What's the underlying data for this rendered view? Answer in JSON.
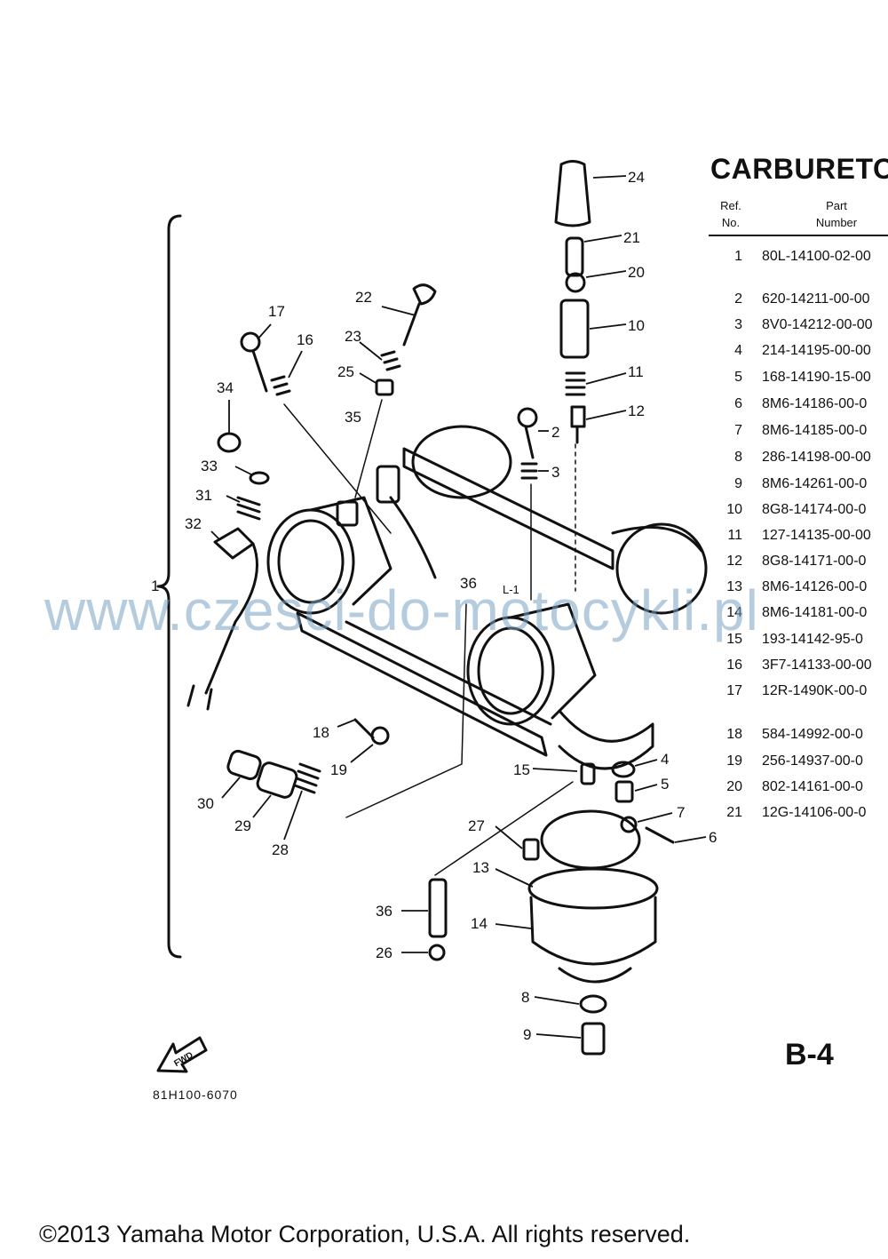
{
  "title": "CARBURETO",
  "table_headers": {
    "ref": "Ref.\nNo.",
    "part": "Part\nNumber"
  },
  "parts": [
    {
      "ref": "1",
      "number": "80L-14100-02-00"
    },
    {
      "ref": "2",
      "number": "620-14211-00-00"
    },
    {
      "ref": "3",
      "number": "8V0-14212-00-00"
    },
    {
      "ref": "4",
      "number": "214-14195-00-00"
    },
    {
      "ref": "5",
      "number": "168-14190-15-00"
    },
    {
      "ref": "6",
      "number": "8M6-14186-00-0"
    },
    {
      "ref": "7",
      "number": "8M6-14185-00-0"
    },
    {
      "ref": "8",
      "number": "286-14198-00-00"
    },
    {
      "ref": "9",
      "number": "8M6-14261-00-0"
    },
    {
      "ref": "10",
      "number": "8G8-14174-00-0"
    },
    {
      "ref": "11",
      "number": "127-14135-00-00"
    },
    {
      "ref": "12",
      "number": "8G8-14171-00-0"
    },
    {
      "ref": "13",
      "number": "8M6-14126-00-0"
    },
    {
      "ref": "14",
      "number": "8M6-14181-00-0"
    },
    {
      "ref": "15",
      "number": "193-14142-95-0"
    },
    {
      "ref": "16",
      "number": "3F7-14133-00-00"
    },
    {
      "ref": "17",
      "number": "12R-1490K-00-0"
    },
    {
      "ref": "18",
      "number": "584-14992-00-0"
    },
    {
      "ref": "19",
      "number": "256-14937-00-0"
    },
    {
      "ref": "20",
      "number": "802-14161-00-0"
    },
    {
      "ref": "21",
      "number": "12G-14106-00-0"
    }
  ],
  "callouts": [
    "24",
    "21",
    "20",
    "10",
    "11",
    "12",
    "2",
    "3",
    "22",
    "17",
    "16",
    "23",
    "25",
    "34",
    "35",
    "33",
    "31",
    "32",
    "1",
    "36",
    "L-1",
    "18",
    "19",
    "30",
    "29",
    "28",
    "15",
    "4",
    "5",
    "7",
    "6",
    "27",
    "13",
    "14",
    "36",
    "26",
    "8",
    "9"
  ],
  "fwd_label": "FWD",
  "drawing_code": "81H100-6070",
  "page_code": "B-4",
  "watermark": "www.czesci-do-motocykli.pl",
  "copyright": "©2013 Yamaha Motor Corporation, U.S.A. All rights reserved."
}
